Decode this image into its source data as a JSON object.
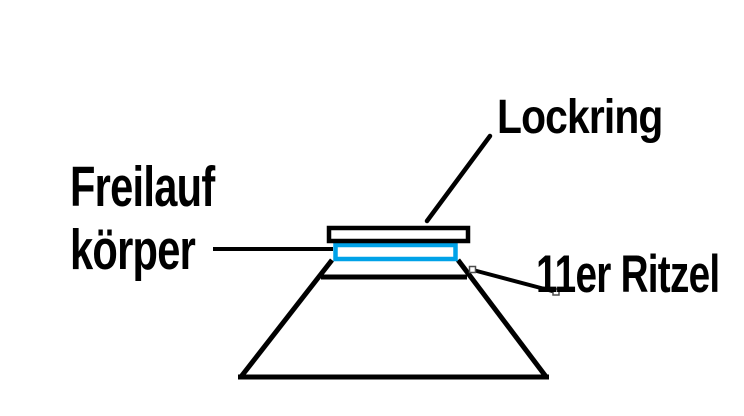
{
  "diagram": {
    "title": "cassette-freehub-sketch",
    "labels": {
      "lockring": "Lockring",
      "freilauf_line1": "Freilauf",
      "freilauf_line2": "körper",
      "ritzel": "11er Ritzel"
    },
    "colors": {
      "ink": "#000000",
      "sprocket_highlight": "#00A2E8",
      "background": "#FFFFFF",
      "handle_border": "#4d4d4d"
    }
  }
}
